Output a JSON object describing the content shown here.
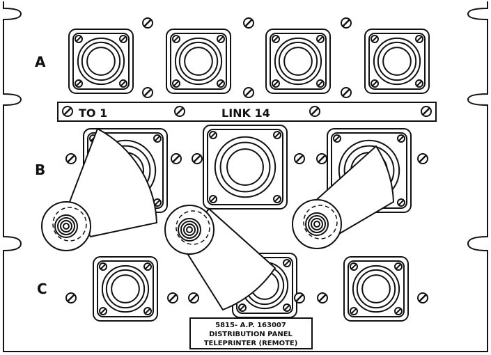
{
  "row_labels": [
    "A",
    "B",
    "C"
  ],
  "link_strip": {
    "left_text": "TO 1",
    "center_text": "LINK 14"
  },
  "nameplate": {
    "line1": "5815- A.P. 163007",
    "line2": "DISTRIBUTION PANEL",
    "line3": "TELEPRINTER (REMOTE)"
  }
}
